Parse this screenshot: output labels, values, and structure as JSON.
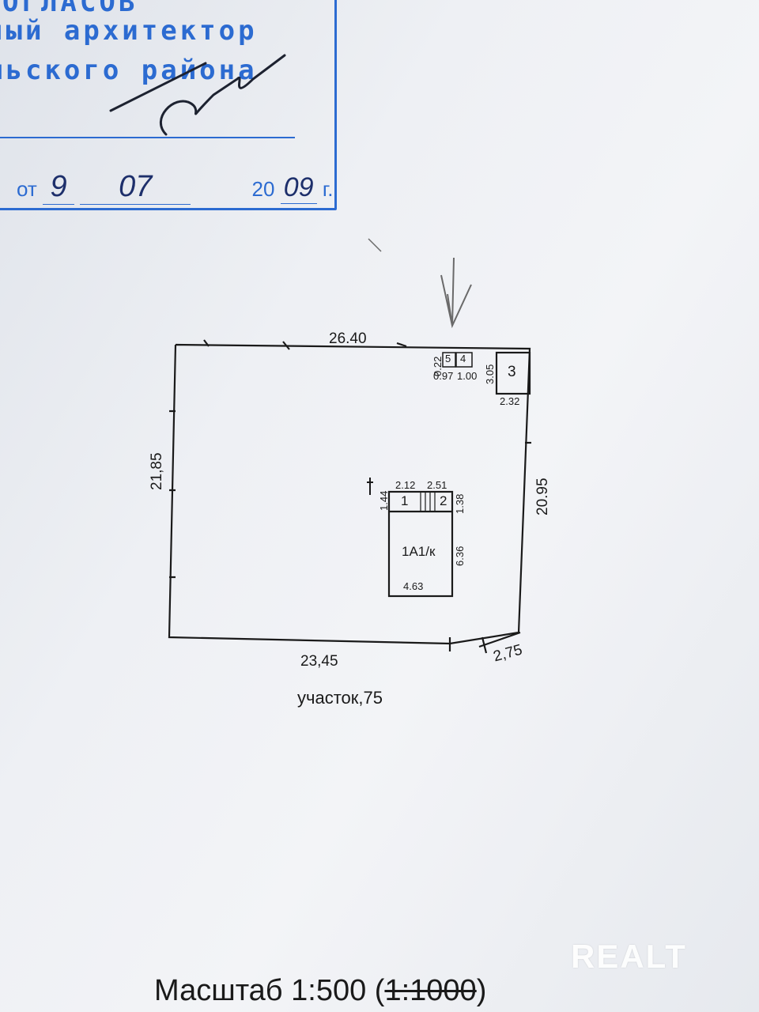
{
  "stamp": {
    "line1": "ОГЛАСОВ",
    "line2": "ный архитектор",
    "line3": "льского района",
    "date_prefix": "от",
    "day": "9",
    "month": "07",
    "year_prefix": "20",
    "year": "09",
    "year_suffix": "г."
  },
  "plan": {
    "top_dim": "26.40",
    "left_dim": "21,85",
    "right_dim": "20.95",
    "bottom_dim": "23,45",
    "bottom_right_dim": "2,75",
    "small_dim_left": "0.22",
    "small_box_5": "5",
    "small_box_4": "4",
    "small_dims_below": "0.97",
    "small_dims_below2": "1.00",
    "shed_label": "3",
    "shed_height": "3.05",
    "shed_width": "2.32",
    "house_top_left": "2.12",
    "house_top_right": "2.51",
    "house_room1": "1",
    "house_room2": "2",
    "house_left_small": "1.44",
    "house_right_small": "1.38",
    "house_label": "1А1/к",
    "house_height": "6.36",
    "house_width": "4.63"
  },
  "caption": "участок,75",
  "scale": {
    "label": "Масштаб 1:500 (",
    "struck": "1:1000",
    "close": ")"
  },
  "watermark": "REALT"
}
